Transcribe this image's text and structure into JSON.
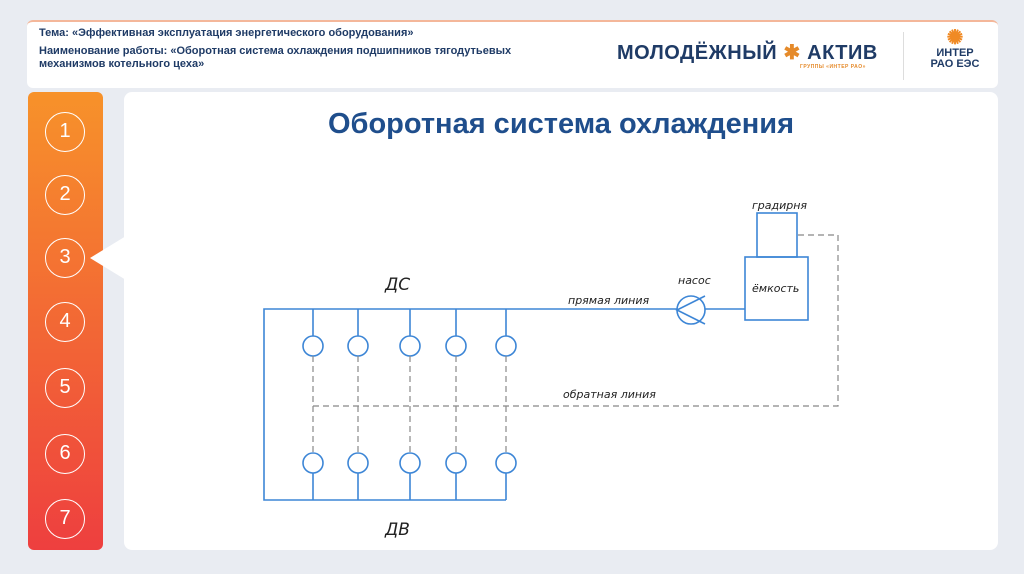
{
  "header": {
    "topic": "Тема: «Эффективная эксплуатация энергетического оборудования»",
    "work_line1": "Наименование работы: «Оборотная система охлаждения подшипников тягодутьевых",
    "work_line2": "механизмов котельного цеха»",
    "logo_left": "МОЛОДЁЖНЫЙ",
    "logo_right": "АКТИВ",
    "logo_sub": "ГРУППЫ «ИНТЕР РАО»",
    "logo2_line1": "ИНТЕР",
    "logo2_line2": "РАО ЕЭС"
  },
  "sidebar": {
    "items": [
      "1",
      "2",
      "3",
      "4",
      "5",
      "6",
      "7"
    ],
    "active": "3"
  },
  "main": {
    "title": "Оборотная система охлаждения"
  },
  "diagram": {
    "ds": "ДС",
    "dv": "ДВ",
    "pump": "насос",
    "supply": "прямая линия",
    "return": "обратная линия",
    "tower": "градирня",
    "tank": "ёмкость"
  },
  "colors": {
    "line": "#3d86d6",
    "dashed": "#888888",
    "accent": "#f7922a"
  }
}
